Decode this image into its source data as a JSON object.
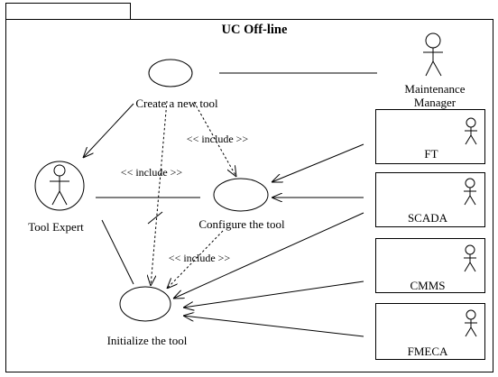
{
  "diagram": {
    "title": "UC Off-line",
    "tab_label": ""
  },
  "use_cases": {
    "create": "Create a new tool",
    "configure": "Configure the tool",
    "initialize": "Initialize the tool"
  },
  "actors": {
    "tool_expert": "Tool Expert",
    "maintenance_manager_line1": "Maintenance",
    "maintenance_manager_line2": "Manager",
    "ft": "FT",
    "scada": "SCADA",
    "cmms": "CMMS",
    "fmeca": "FMECA"
  },
  "relations": {
    "include_create_configure": "<< include >>",
    "include_expert_configure": "<< include >>",
    "include_configure_initialize": "<< include >>"
  }
}
